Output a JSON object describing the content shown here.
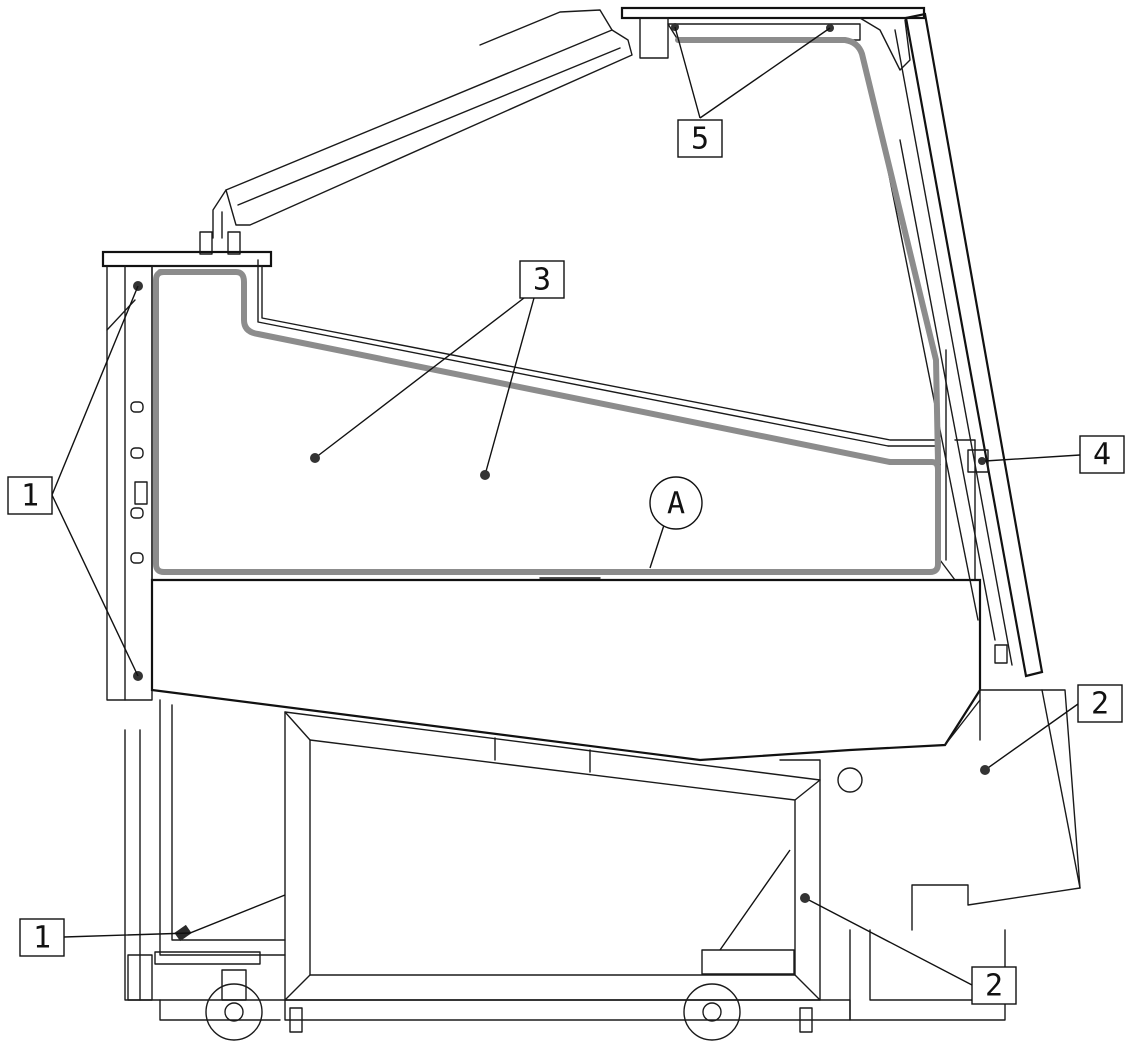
{
  "labels": {
    "label_1_top": "1",
    "label_1_bottom": "1",
    "label_2_right": "2",
    "label_2_bottom": "2",
    "label_3": "3",
    "label_4": "4",
    "label_5": "5",
    "detail_a": "A"
  },
  "colors": {
    "line": "#1a1a1a",
    "gasket": "#8c8c8c",
    "background": "#ffffff"
  }
}
